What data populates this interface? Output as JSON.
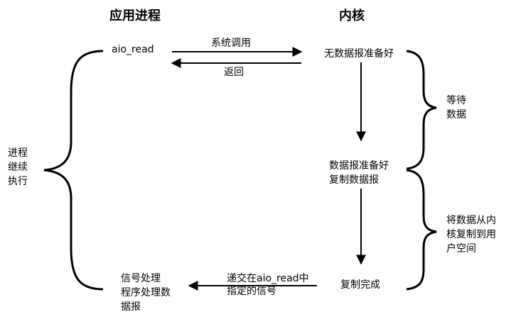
{
  "headers": {
    "app_process": "应用进程",
    "kernel": "内核"
  },
  "app": {
    "call": "aio_read",
    "handle_signal": "信号处理\n程序处理数\n据报",
    "continue_exec": "进程\n继续\n执行"
  },
  "kernel": {
    "no_data": "无数据报准备好",
    "data_ready_copy": "数据报准备好\n复制数据报",
    "copy_done": "复制完成"
  },
  "messages": {
    "syscall": "系统调用",
    "return": "返回",
    "deliver_signal": "递交在aio_read中\n指定的信号"
  },
  "phases": {
    "wait_data": "等待\n数据",
    "copy_to_user": "将数据从内\n核复制到用\n户空间"
  }
}
